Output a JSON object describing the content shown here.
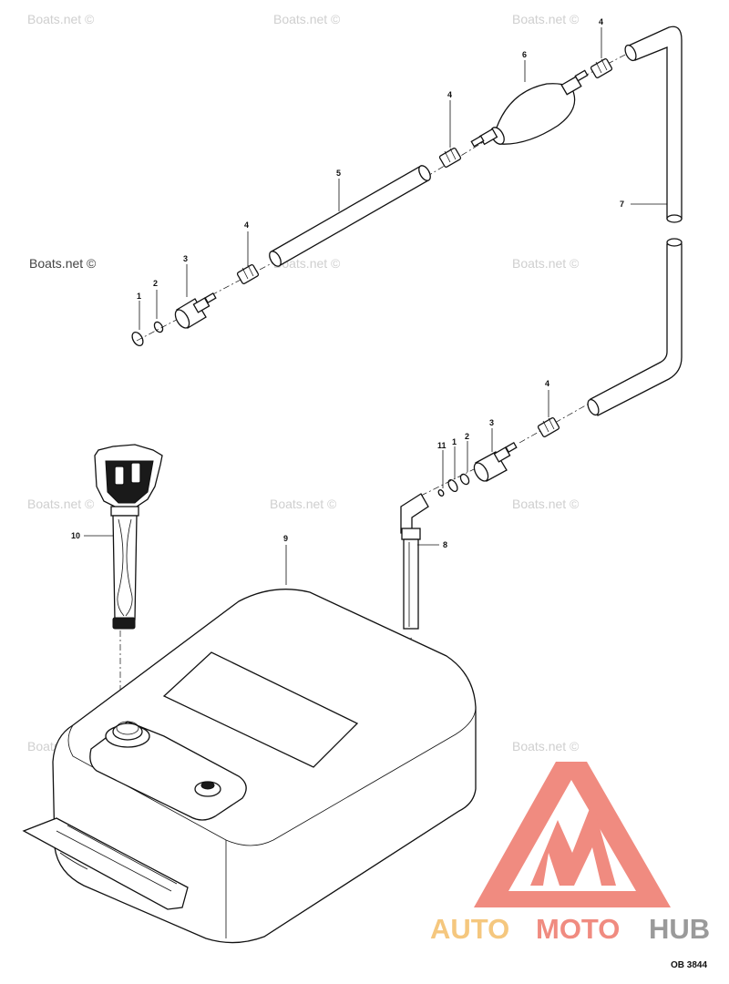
{
  "watermark": "Boats.net ©",
  "callouts": [
    "1",
    "2",
    "3",
    "4",
    "5",
    "6",
    "7",
    "8",
    "9",
    "10",
    "11"
  ],
  "logo": {
    "text_a": "AUTO",
    "text_b": "MOTO",
    "text_c": "HUB",
    "color_a": "#f5c77e",
    "color_b": "#f08b80",
    "color_c": "#9a9a9a",
    "triangle_color": "#f08b80"
  },
  "drawing_code": "OB 3844"
}
